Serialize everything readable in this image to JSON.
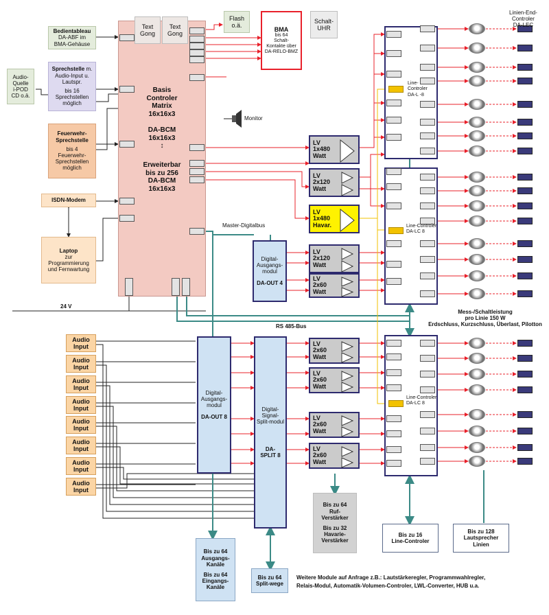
{
  "core": {
    "title1": "Basis",
    "title2": "Controler",
    "title3": "Matrix",
    "title4": "16x16x3",
    "model1": "DA-BCM",
    "model2": "16x16x3",
    "ext1": "Erweiterbar",
    "ext2": "bis zu 256",
    "ext3": "DA-BCM",
    "ext4": "16x16x3"
  },
  "gong1": "Text Gong",
  "gong2": "Text Gong",
  "flash": "Flash o.ä.",
  "bma": {
    "title": "BMA",
    "l1": "bis 64",
    "l2": "Schalt-",
    "l3": "Kontakte über",
    "l4": "DA-RELO-BMZ"
  },
  "schaltuhr": "Schalt-UHR",
  "bedien": {
    "l1": "Bedientableau",
    "l2": "DA-ABF im",
    "l3": "BMA-Gehäuse"
  },
  "audioquelle": {
    "l1": "Audio-",
    "l2": "Quelle",
    "l3": "i-POD",
    "l4": "CD o.ä."
  },
  "sprech": {
    "l1": "Sprechstelle",
    "l1b": "m.",
    "l2": "Audio-Input u.",
    "l3": "Lautspr.",
    "l4": "bis 16",
    "l5": "Sprechstellen",
    "l6": "möglich"
  },
  "feuer": {
    "l1": "Feuerwehr-",
    "l2": "Sprechstelle",
    "l3": "bis 4",
    "l4": "Feuerwehr-",
    "l5": "Sprechstellen",
    "l6": "möglich"
  },
  "isdn": "ISDN-Modem",
  "laptop": {
    "l1": "Laptop",
    "l2": "zur",
    "l3": "Programmierung",
    "l4": "und Fernwartung"
  },
  "monitor": "Monitor",
  "v24": "24 V",
  "master_bus": "Master-Digitalbus",
  "rs485": "RS 485-Bus",
  "amps": [
    {
      "l1": "LV",
      "l2": "1x480",
      "l3": "Watt"
    },
    {
      "l1": "LV",
      "l2": "2x120",
      "l3": "Watt"
    },
    {
      "l1": "LV",
      "l2": "1x480",
      "l3": "Havar."
    },
    {
      "l1": "LV",
      "l2": "2x120",
      "l3": "Watt"
    },
    {
      "l1": "LV",
      "l2": "2x60",
      "l3": "Watt"
    },
    {
      "l1": "LV",
      "l2": "2x60",
      "l3": "Watt"
    },
    {
      "l1": "LV",
      "l2": "2x60",
      "l3": "Watt"
    },
    {
      "l1": "LV",
      "l2": "2x60",
      "l3": "Watt"
    },
    {
      "l1": "LV",
      "l2": "2x60",
      "l3": "Watt"
    }
  ],
  "daout4": {
    "l1": "Digital-",
    "l2": "Ausgangs-",
    "l3": "modul",
    "l4": "DA-OUT 4"
  },
  "daout8": {
    "l1": "Digital-",
    "l2": "Ausgangs-",
    "l3": "modul",
    "l4": "DA-OUT 8"
  },
  "dasplit": {
    "l1": "Digital-Signal-",
    "l2": "Split-modul",
    "l3": "DA-",
    "l4": "SPLIT 8"
  },
  "lc1": {
    "l1": "Line-",
    "l2": "Controler",
    "l3": "DA-L -8"
  },
  "lc2": {
    "l1": "Line-Controler",
    "l2": "DA-LC 8"
  },
  "lc3": {
    "l1": "Line-Controler",
    "l2": "DA-LC 8"
  },
  "linien_end": {
    "l1": "Linien-End-",
    "l2": "Controler",
    "l3": "DA-LEC"
  },
  "mess": {
    "l1": "Mess-/Schaltleistung",
    "l2": "pro Linie 150 W",
    "l3": "Erdschluss, Kurzschluss, Überlast, Pilotton"
  },
  "audio_label1": "Audio",
  "audio_label2": "Input",
  "ausgang64": {
    "l1": "Bis zu 64",
    "l2": "Ausgangs-",
    "l3": "Kanäle",
    "l4": "Bis zu 64",
    "l5": "Eingangs-",
    "l6": "Kanäle"
  },
  "split64": {
    "l1": "Bis zu 64",
    "l2": "Split-wege"
  },
  "ruf": {
    "l1": "Bis zu 64",
    "l2": "Ruf-",
    "l3": "Verstärker",
    "l4": "Bis zu 32",
    "l5": "Havarie-",
    "l6": "Verstärker"
  },
  "linec16": {
    "l1": "Bis zu 16",
    "l2": "Line-Controler"
  },
  "ls128": {
    "l1": "Bis zu 128",
    "l2": "Lautsprecher",
    "l3": "Linien"
  },
  "footer": {
    "l1": "Weitere Module auf Anfrage z.B.:  Lautstärkeregler, Programmwahlregler,",
    "l2": "Relais-Modul, Automatik-Volumen-Controler, LWL-Converter, HUB  u.a."
  },
  "colors": {
    "signal": "#e8202a",
    "bus": "#3b8a86",
    "yellow": "#f2c200",
    "box_border": "#2d2a6e"
  }
}
